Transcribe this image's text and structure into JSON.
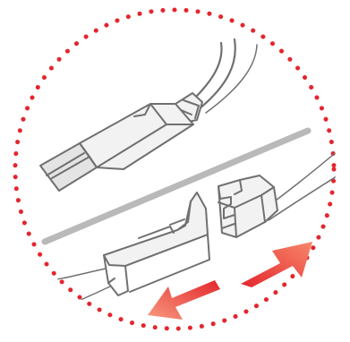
{
  "illustration": {
    "subject": "usb-cable-and-two-pin-connector-unplug",
    "colors": {
      "background": "#ffffff",
      "dotted_border": "#e3262e",
      "outline": "#707070",
      "fill_light": "#f2f2f2",
      "fill_mid": "#e4e4e4",
      "divider": "#b9b9b9",
      "arrow_red": "#e3262e",
      "arrow_light": "#f79a7d"
    },
    "arrows": [
      {
        "direction": "up-right",
        "meaning": "pull-apart"
      },
      {
        "direction": "down-left",
        "meaning": "pull-apart"
      }
    ]
  }
}
